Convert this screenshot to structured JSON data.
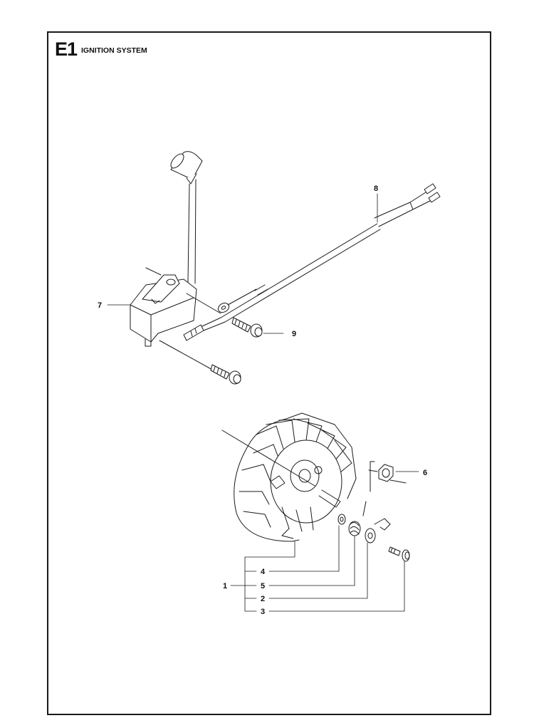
{
  "header": {
    "section_code": "E1",
    "section_title": "IGNITION SYSTEM"
  },
  "callouts": {
    "c1": "1",
    "c2": "2",
    "c3": "3",
    "c4": "4",
    "c5": "5",
    "c6": "6",
    "c7": "7",
    "c8": "8",
    "c9": "9"
  }
}
